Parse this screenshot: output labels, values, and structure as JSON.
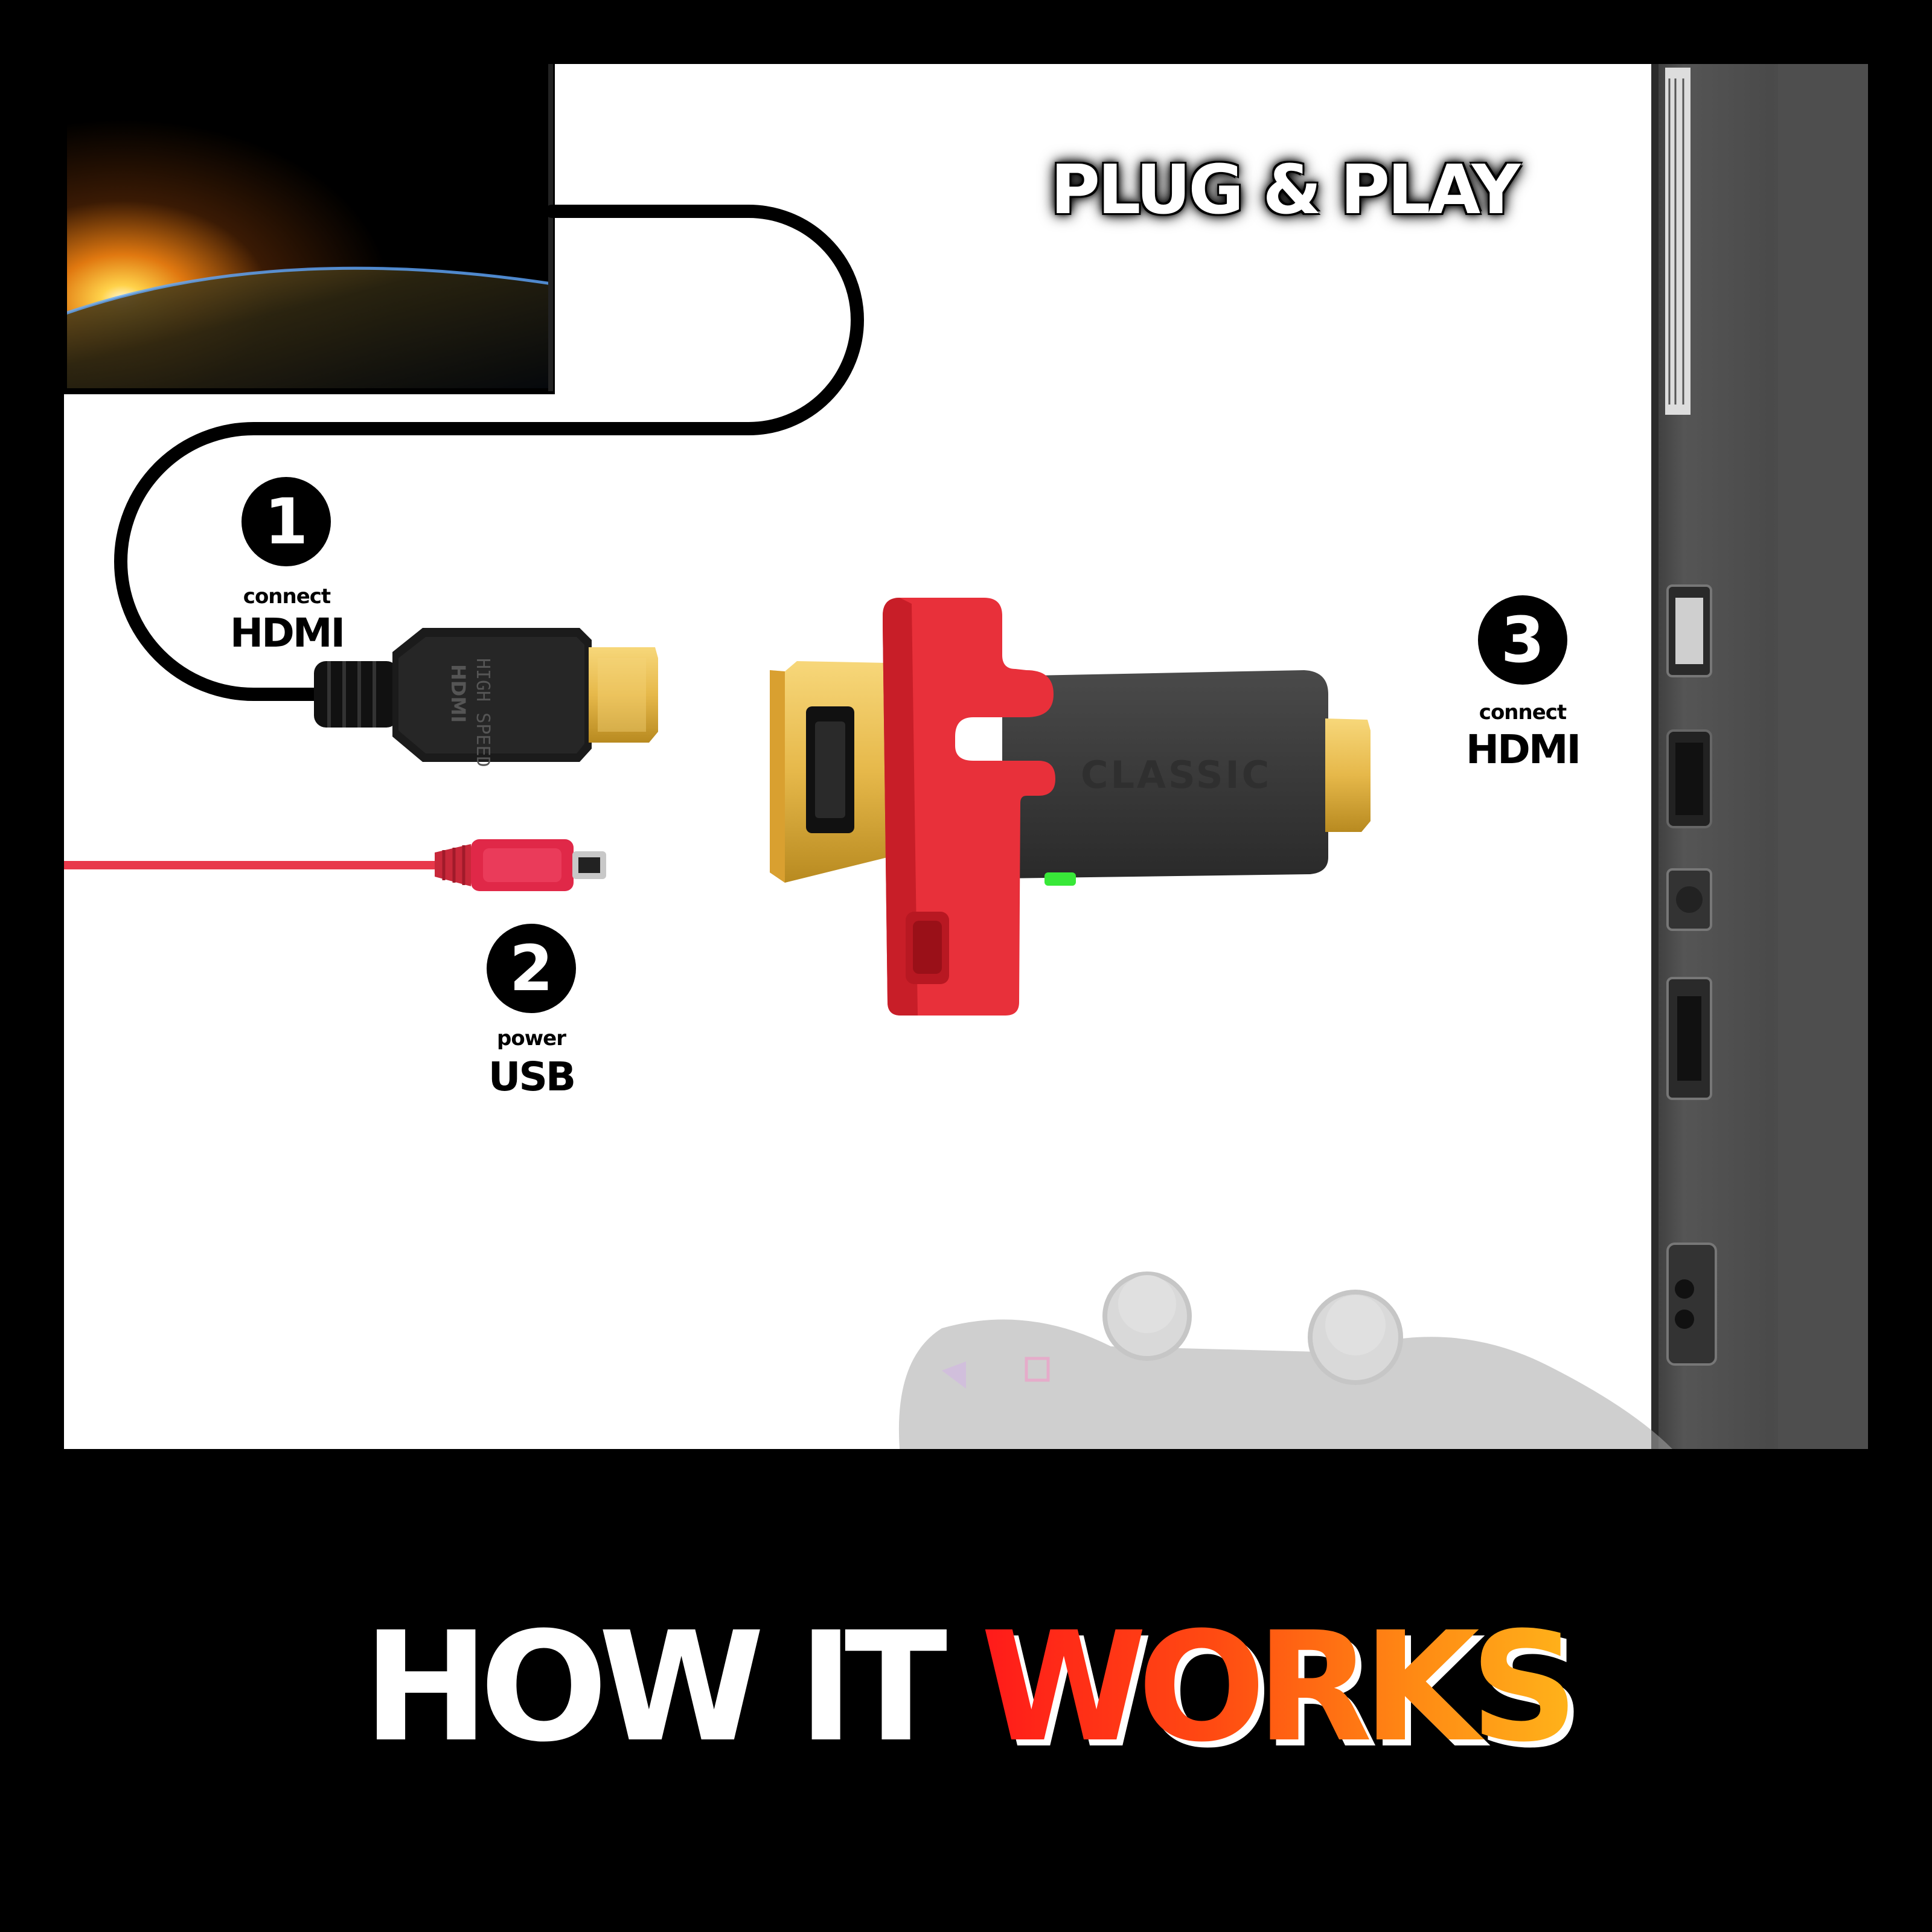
{
  "banner": {
    "text": "PLUG & PLAY"
  },
  "steps": [
    {
      "number": "1",
      "action": "connect",
      "port": "HDMI"
    },
    {
      "number": "2",
      "action": "power",
      "port": "USB"
    },
    {
      "number": "3",
      "action": "connect",
      "port": "HDMI"
    }
  ],
  "device": {
    "brand": "CLASSIC"
  },
  "connector_text": {
    "line1": "HIGH SPEED",
    "line2": "HDMI"
  },
  "title": {
    "part1": "HOW IT ",
    "part2": "WORKS"
  },
  "colors": {
    "accent_red": "#ff1a1a",
    "accent_orange": "#ffb21a",
    "cable_red": "#e8384a",
    "background": "#000000"
  }
}
